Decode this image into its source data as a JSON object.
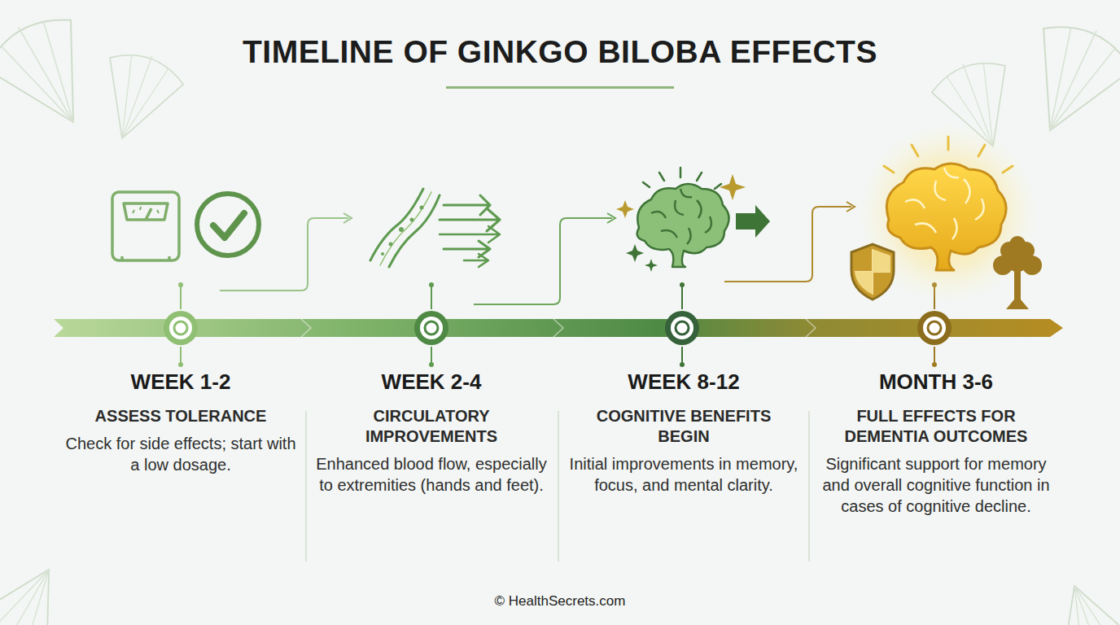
{
  "diagram": {
    "title": "TIMELINE OF GINKGO BILOBA EFFECTS",
    "caption": "© HealthSecrets.com",
    "nodes": [
      {
        "text": [
          "WEEK 1-2",
          "ASSESS TOLERANCE",
          "Check for side effects; start with a low dosage."
        ]
      },
      {
        "text": [
          "WEEK 2-4",
          "CIRCULATORY IMPROVEMENTS",
          "Enhanced blood flow, especially to extremities (hands and feet)."
        ]
      },
      {
        "text": [
          "WEEK 8-12",
          "COGNITIVE BENEFITS BEGIN",
          "Initial improvements in memory, focus, and mental clarity."
        ]
      },
      {
        "text": [
          "MONTH 3-6",
          "FULL EFFECTS FOR DEMENTIA OUTCOMES",
          "Significant support for memory and overall cognitive function in cases of cognitive decline."
        ]
      }
    ]
  }
}
